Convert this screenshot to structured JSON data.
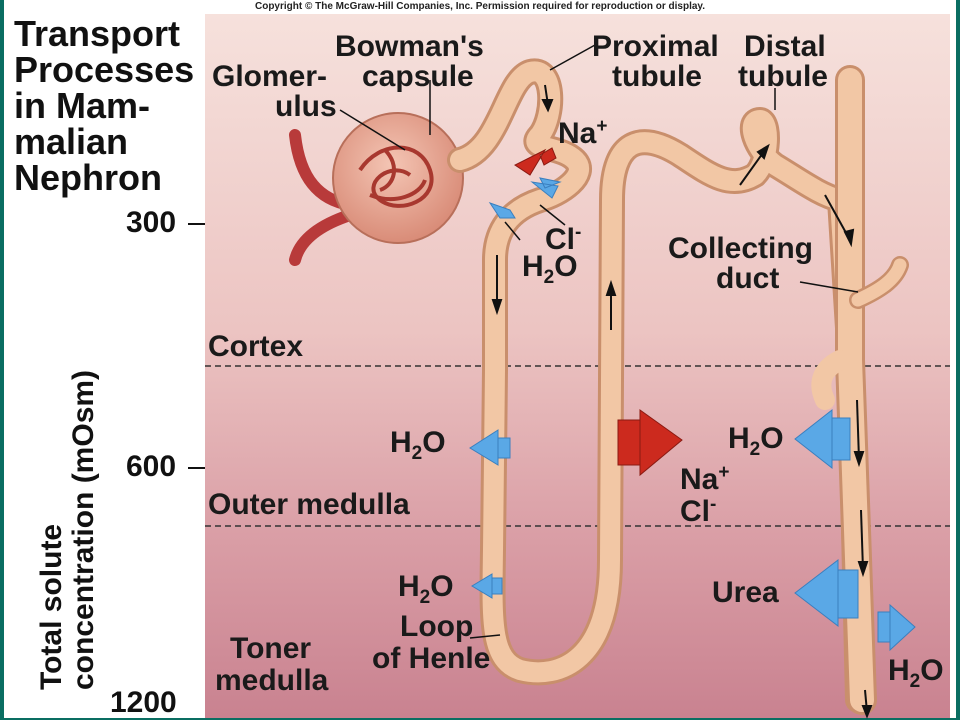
{
  "copyright": "Copyright © The McGraw-Hill Companies, Inc. Permission required for reproduction or display.",
  "title_lines": [
    "Transport",
    "Processes",
    "in Mam-",
    "malian",
    "Nephron"
  ],
  "y_axis": {
    "label_line1": "Total solute",
    "label_line2": "concentration (mOsm)",
    "ticks": [
      "300",
      "600",
      "1200"
    ]
  },
  "zones": {
    "cortex": "Cortex",
    "outer": "Outer medulla",
    "inner_line1": "Toner",
    "inner_line2": "medulla"
  },
  "labels": {
    "glomerulus_1": "Glomer-",
    "glomerulus_2": "ulus",
    "bowman_1": "Bowman's",
    "bowman_2": "capsule",
    "proximal_1": "Proximal",
    "proximal_2": "tubule",
    "distal_1": "Distal",
    "distal_2": "tubule",
    "collecting_1": "Collecting",
    "collecting_2": "duct",
    "loop_1": "Loop",
    "loop_2": "of Henle",
    "na": "Na",
    "cl": "Cl",
    "h2o_main": "H",
    "h2o_sub": "2",
    "h2o_o": "O",
    "plus": "+",
    "minus": "-",
    "urea": "Urea"
  },
  "colors": {
    "cortex_bg": "#f3d8d3",
    "medulla_bg": "#dba1a8",
    "inner_bg": "#cd8b95",
    "tubule": "#f2c7a5",
    "tubule_edge": "#c98f6c",
    "arrow_blue": "#5aa8e6",
    "arrow_red": "#cc2a1e"
  }
}
